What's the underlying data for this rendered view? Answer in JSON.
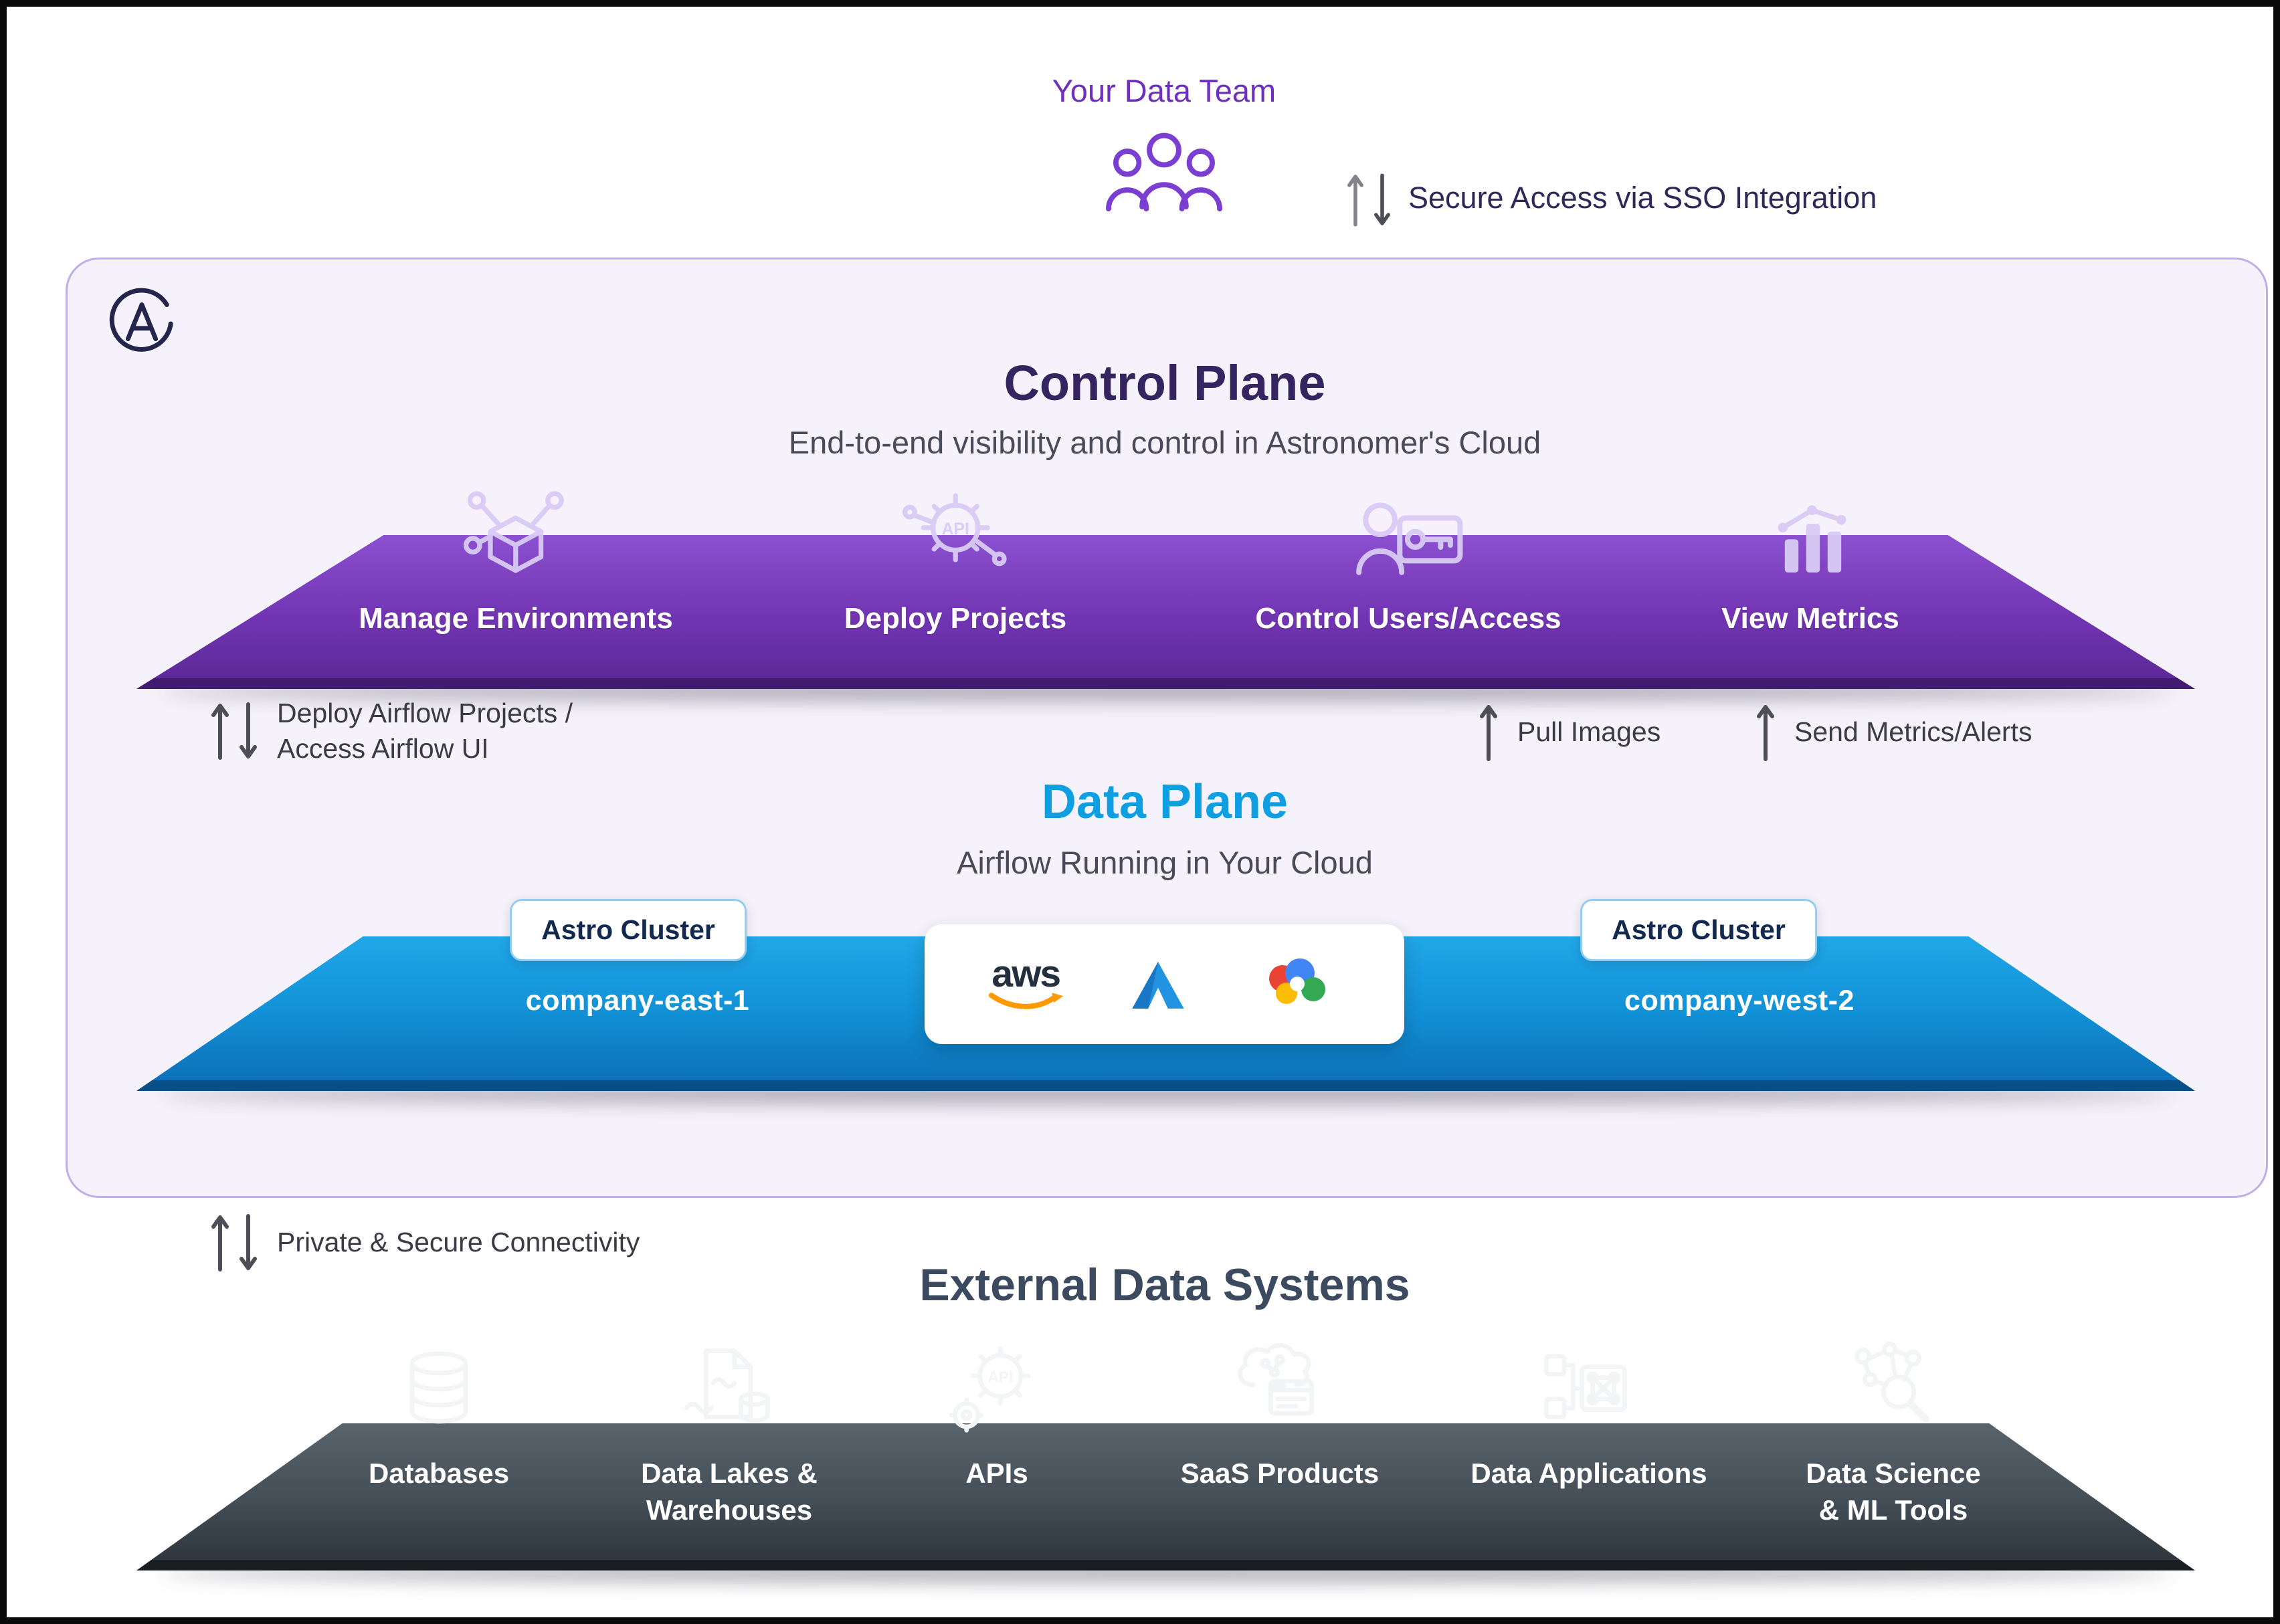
{
  "team": {
    "label": "Your Data Team",
    "icon": "team-people-icon"
  },
  "sso": {
    "label": "Secure Access via SSO Integration",
    "icon": "up-down-arrows-icon"
  },
  "control_plane": {
    "title": "Control Plane",
    "subtitle": "End-to-end visibility and control in Astronomer's Cloud",
    "items": [
      {
        "label": "Manage Environments",
        "icon": "network-cube-icon"
      },
      {
        "label": "Deploy Projects",
        "icon": "api-gear-icon"
      },
      {
        "label": "Control Users/Access",
        "icon": "user-access-icon"
      },
      {
        "label": "View Metrics",
        "icon": "metrics-chart-icon"
      }
    ]
  },
  "flows": {
    "deploy": "Deploy Airflow Projects / Access Airflow UI",
    "pull_images": "Pull Images",
    "send_metrics": "Send Metrics/Alerts",
    "private_connectivity": "Private & Secure Connectivity"
  },
  "data_plane": {
    "title": "Data Plane",
    "subtitle": "Airflow Running in Your Cloud",
    "clusters": [
      {
        "badge": "Astro Cluster",
        "name": "company-east-1"
      },
      {
        "badge": "Astro Cluster",
        "name": "company-west-2"
      }
    ],
    "providers": [
      {
        "name": "aws-logo"
      },
      {
        "name": "azure-logo"
      },
      {
        "name": "google-cloud-logo"
      }
    ]
  },
  "logos": {
    "aws_label": "aws",
    "api_label": "API"
  },
  "external": {
    "title": "External Data Systems",
    "items": [
      {
        "label": "Databases",
        "icon": "database-icon"
      },
      {
        "label": "Data Lakes & Warehouses",
        "icon": "data-lake-icon"
      },
      {
        "label": "APIs",
        "icon": "api-icon"
      },
      {
        "label": "SaaS Products",
        "icon": "saas-icon"
      },
      {
        "label": "Data Applications",
        "icon": "data-apps-icon"
      },
      {
        "label": "Data Science & ML Tools",
        "icon": "data-science-icon"
      }
    ]
  },
  "colors": {
    "accent_purple": "#6d2fc0",
    "control_platform": "#7336b4",
    "data_platform": "#1190d6",
    "external_platform": "#454f58",
    "panel_bg": "#f6f2fb",
    "data_accent": "#0d9fe2"
  }
}
